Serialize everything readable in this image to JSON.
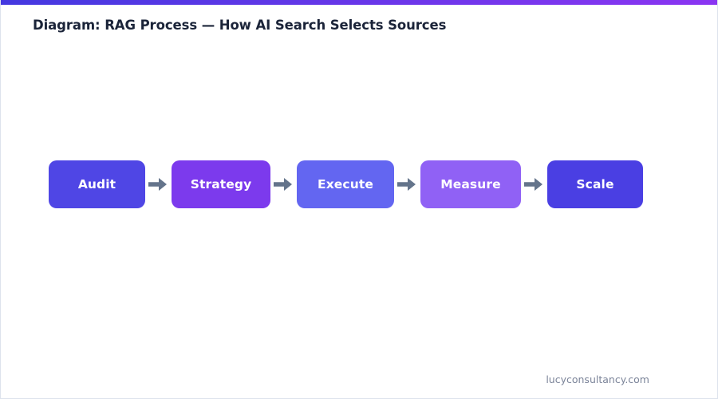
{
  "accent_bar": {
    "gradient_from": "#4438e0",
    "gradient_to": "#8b35f2"
  },
  "header": {
    "title": "Diagram: RAG Process — How AI Search Selects Sources",
    "title_color": "#1b2439"
  },
  "diagram": {
    "type": "process-flow",
    "orientation": "horizontal",
    "connector_icon": "arrow-right-icon",
    "connector_color": "#64748b",
    "steps": [
      {
        "label": "Audit",
        "color": "#4f46e5",
        "width": 121
      },
      {
        "label": "Strategy",
        "color": "#7c3aed",
        "width": 124
      },
      {
        "label": "Execute",
        "color": "#6366f1",
        "width": 122
      },
      {
        "label": "Measure",
        "color": "#9061f5",
        "width": 126
      },
      {
        "label": "Scale",
        "color": "#4a3fe3",
        "width": 120
      }
    ]
  },
  "footer": {
    "attribution": "lucyconsultancy.com",
    "color": "#7b8499"
  }
}
